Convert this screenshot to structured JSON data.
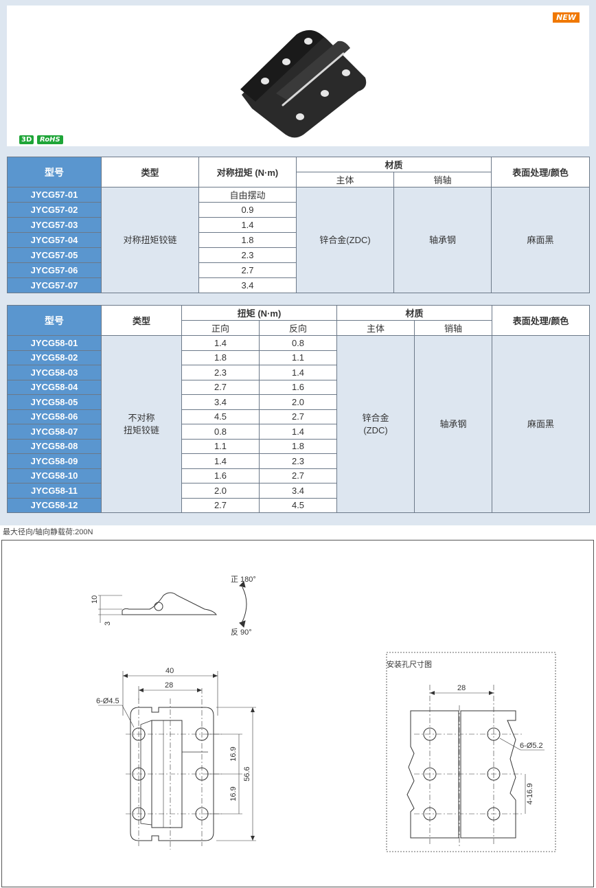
{
  "badges": {
    "new": "NEW",
    "three_d": "3D",
    "rohs": "RoHS"
  },
  "table1": {
    "headers": {
      "model": "型号",
      "type": "类型",
      "torque": "对称扭矩 (N·m)",
      "material": "材质",
      "body": "主体",
      "pin": "销轴",
      "finish": "表面处理/颜色"
    },
    "type_value": "对称扭矩铰链",
    "body_value": "锌合金(ZDC)",
    "pin_value": "轴承钢",
    "finish_value": "麻面黑",
    "rows": [
      {
        "model": "JYCG57-01",
        "torque": "自由摆动"
      },
      {
        "model": "JYCG57-02",
        "torque": "0.9"
      },
      {
        "model": "JYCG57-03",
        "torque": "1.4"
      },
      {
        "model": "JYCG57-04",
        "torque": "1.8"
      },
      {
        "model": "JYCG57-05",
        "torque": "2.3"
      },
      {
        "model": "JYCG57-06",
        "torque": "2.7"
      },
      {
        "model": "JYCG57-07",
        "torque": "3.4"
      }
    ]
  },
  "table2": {
    "headers": {
      "model": "型号",
      "type": "类型",
      "torque": "扭矩 (N·m)",
      "forward": "正向",
      "reverse": "反向",
      "material": "材质",
      "body": "主体",
      "pin": "销轴",
      "finish": "表面处理/颜色"
    },
    "type_line1": "不对称",
    "type_line2": "扭矩铰链",
    "body_line1": "锌合金",
    "body_line2": "(ZDC)",
    "pin_value": "轴承钢",
    "finish_value": "麻面黑",
    "rows": [
      {
        "model": "JYCG58-01",
        "forward": "1.4",
        "reverse": "0.8"
      },
      {
        "model": "JYCG58-02",
        "forward": "1.8",
        "reverse": "1.1"
      },
      {
        "model": "JYCG58-03",
        "forward": "2.3",
        "reverse": "1.4"
      },
      {
        "model": "JYCG58-04",
        "forward": "2.7",
        "reverse": "1.6"
      },
      {
        "model": "JYCG58-05",
        "forward": "3.4",
        "reverse": "2.0"
      },
      {
        "model": "JYCG58-06",
        "forward": "4.5",
        "reverse": "2.7"
      },
      {
        "model": "JYCG58-07",
        "forward": "0.8",
        "reverse": "1.4"
      },
      {
        "model": "JYCG58-08",
        "forward": "1.1",
        "reverse": "1.8"
      },
      {
        "model": "JYCG58-09",
        "forward": "1.4",
        "reverse": "2.3"
      },
      {
        "model": "JYCG58-10",
        "forward": "1.6",
        "reverse": "2.7"
      },
      {
        "model": "JYCG58-11",
        "forward": "2.0",
        "reverse": "3.4"
      },
      {
        "model": "JYCG58-12",
        "forward": "2.7",
        "reverse": "4.5"
      }
    ]
  },
  "note": "最大径向/轴向静载荷:200N",
  "drawing": {
    "side_h1": "10",
    "side_h2": "3",
    "angle_forward": "正 180°",
    "angle_reverse": "反 90°",
    "width_outer": "40",
    "width_inner": "28",
    "holes": "6-Ø4.5",
    "pitch_top": "16.9",
    "pitch_bottom": "16.9",
    "height": "56.6",
    "mount_title": "安装孔尺寸图",
    "mount_width": "28",
    "mount_holes": "6-Ø5.2",
    "mount_pitch": "4-16.9"
  }
}
